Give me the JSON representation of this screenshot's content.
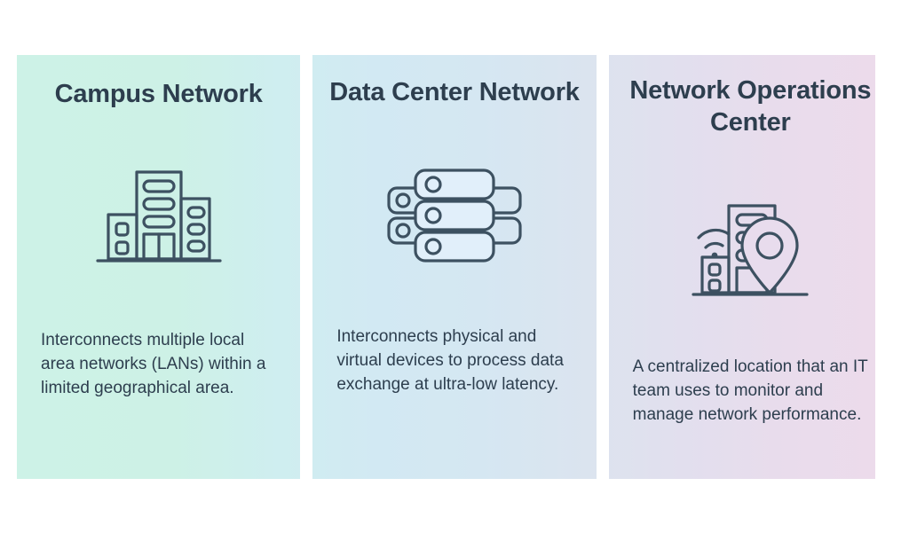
{
  "page": {
    "background_color": "#ffffff",
    "text_color": "#2d3e4e",
    "icon_stroke_color": "#3d5161"
  },
  "cards": [
    {
      "id": "campus-network",
      "title": "Campus Network",
      "title_lines": [
        "Campus",
        "Network"
      ],
      "icon": "office-buildings-icon",
      "description": "Interconnects multiple local area networks (LANs) within a limited geographical area.",
      "background_color": "#cdf1e6"
    },
    {
      "id": "data-center-network",
      "title": "Data Center Network",
      "title_lines": [
        "Data Center",
        "Network"
      ],
      "icon": "server-stack-icon",
      "description": "Interconnects physical and virtual devices to process data exchange at ultra-low latency.",
      "background_color": "#d3e9f2"
    },
    {
      "id": "network-operations-center",
      "title": "Network Operations Center",
      "title_lines": [
        "Network",
        "Operations",
        "Center"
      ],
      "icon": "buildings-wifi-location-pin-icon",
      "description": "A centralized location that an IT team uses to monitor and manage network performance.",
      "background_color": "#e8dced"
    }
  ]
}
